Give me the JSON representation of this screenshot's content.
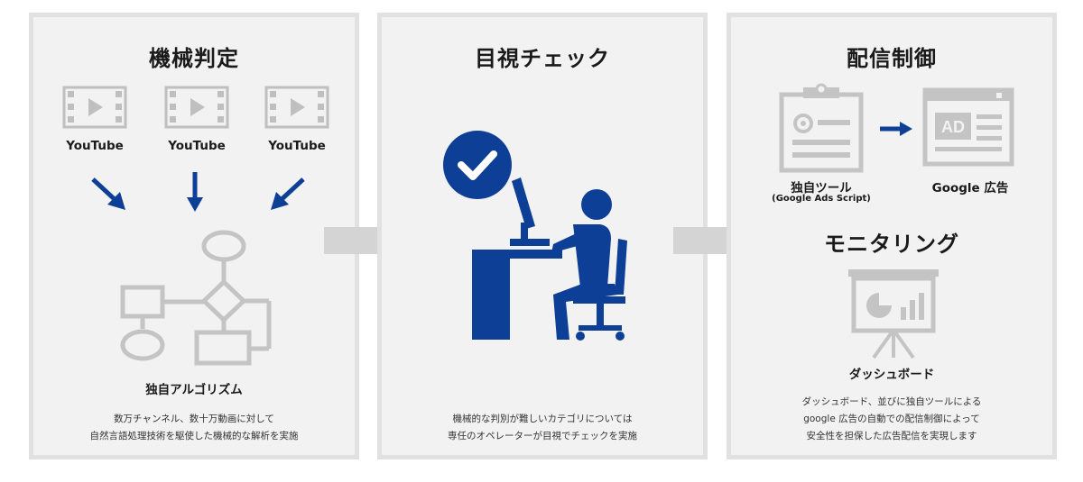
{
  "colors": {
    "accent": "#0d3f96",
    "icon_gray": "#bfbfbf",
    "panel_bg": "#f2f2f2",
    "panel_border": "#e1e1e1"
  },
  "panel1": {
    "title": "機械判定",
    "video_labels": [
      "YouTube",
      "YouTube",
      "YouTube"
    ],
    "algorithm_label": "独自アルゴリズム",
    "caption_lines": [
      "数万チャンネル、数十万動画に対して",
      "自然言語処理技術を駆使した機械的な解析を実施"
    ]
  },
  "panel2": {
    "title": "目視チェック",
    "caption_lines": [
      "機械的な判別が難しいカテゴリについては",
      "専任のオペレーターが目視でチェックを実施"
    ]
  },
  "panel3": {
    "title": "配信制御",
    "tool_label": "独自ツール",
    "tool_sub": "(Google Ads Script)",
    "ad_icon_text": "AD",
    "google_ads_label": "Google 広告",
    "monitoring_title": "モニタリング",
    "dashboard_label": "ダッシュボード",
    "caption_lines": [
      "ダッシュボード、並びに独自ツールによる",
      "google 広告の自動での配信制御によって",
      "安全性を担保した広告配信を実現します"
    ]
  }
}
